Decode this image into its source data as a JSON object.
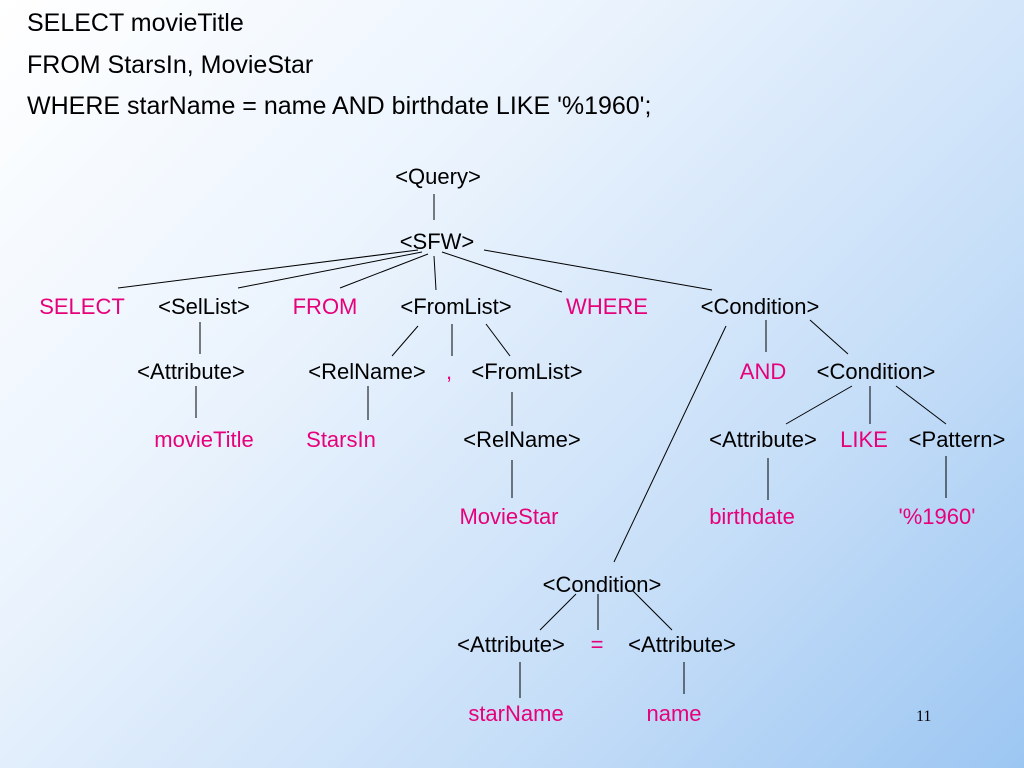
{
  "sql": {
    "line1": "SELECT movieTitle",
    "line2": "FROM StarsIn, MovieStar",
    "line3": "WHERE starName = name AND birthdate LIKE '%1960';"
  },
  "tree": {
    "query": "<Query>",
    "sfw": "<SFW>",
    "select_kw": "SELECT",
    "sellist": "<SelList>",
    "from_kw": "FROM",
    "fromlist": "<FromList>",
    "where_kw": "WHERE",
    "condition": "<Condition>",
    "attribute": "<Attribute>",
    "relname": "<RelName>",
    "comma": ",",
    "fromlist2": "<FromList>",
    "and_kw": "AND",
    "condition2": "<Condition>",
    "movietitle": "movieTitle",
    "starsin": "StarsIn",
    "relname2": "<RelName>",
    "attribute2": "<Attribute>",
    "like_kw": "LIKE",
    "pattern": "<Pattern>",
    "moviestar": "MovieStar",
    "birthdate": "birthdate",
    "pattern_value": "'%1960'",
    "condition3": "<Condition>",
    "attribute3": "<Attribute>",
    "eq": "=",
    "attribute4": "<Attribute>",
    "starname": "starName",
    "name": "name"
  },
  "colors": {
    "keyword": "#e6007a",
    "text": "#000000",
    "line": "#000000"
  },
  "page_number": "11"
}
